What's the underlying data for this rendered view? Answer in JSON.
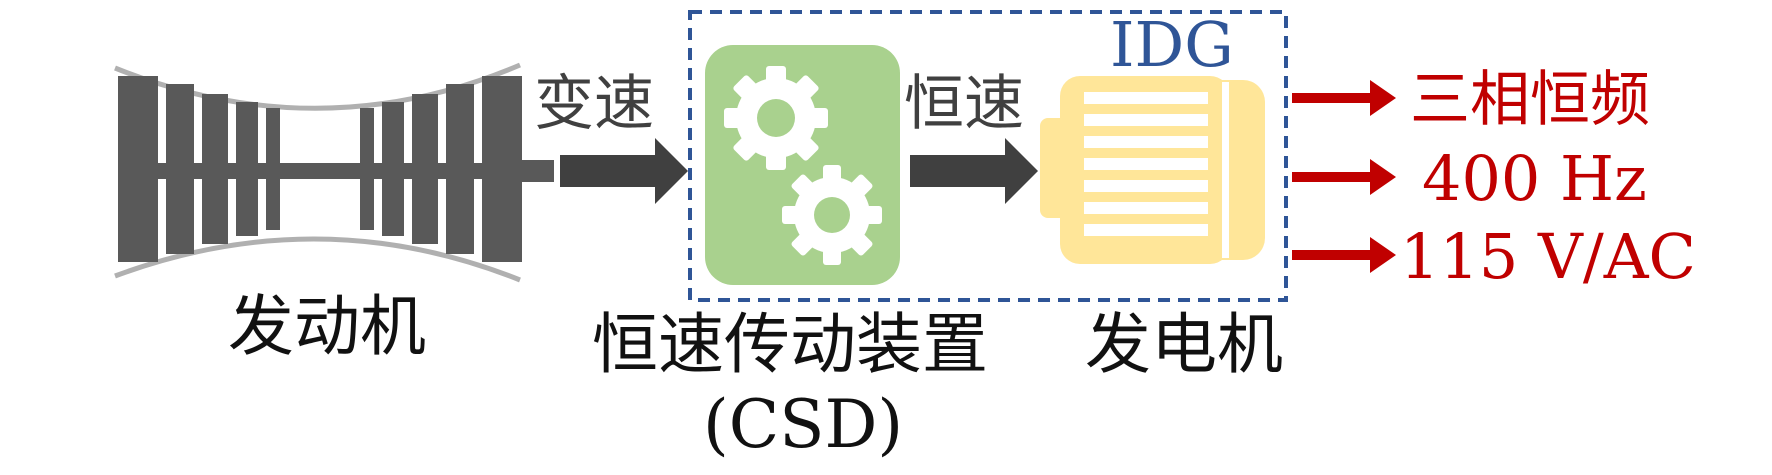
{
  "diagram": {
    "engine_label": "发动机",
    "variable_speed_label": "变速",
    "constant_speed_label": "恒速",
    "csd_label_line1": "恒速传动装置",
    "csd_label_line2": "(CSD)",
    "idg_label": "IDG",
    "generator_label": "发电机",
    "outputs": [
      "三相恒频",
      "400 Hz",
      "115 V/AC"
    ]
  },
  "colors": {
    "engine": "#595959",
    "engine_outline": "#b0b0b0",
    "arrow_dark": "#404040",
    "gearbox": "#a9d18e",
    "generator": "#ffe699",
    "dashed_border": "#2f5597",
    "idg_text": "#2f5597",
    "output": "#c00000"
  },
  "icons": {
    "gearbox": "gears-icon",
    "generator": "motor-icon",
    "engine": "turbine-engine-icon"
  }
}
